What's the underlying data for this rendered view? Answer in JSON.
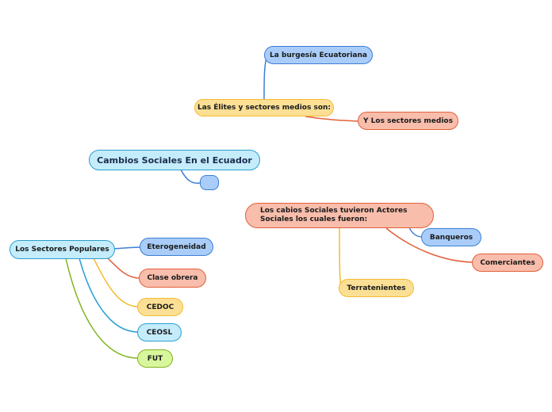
{
  "central": {
    "label": "Cambios Sociales En el  Ecuador"
  },
  "elites": {
    "label": "Las Élites y sectores medios son:",
    "children": [
      {
        "label": "La burgesía Ecuatoriana"
      },
      {
        "label": "Y Los sectores medios"
      }
    ]
  },
  "actores": {
    "label": "Los cabios Sociales tuvieron Actores Sociales los cuales fueron:",
    "children": [
      {
        "label": "Banqueros"
      },
      {
        "label": "Comerciantes"
      },
      {
        "label": "Terratenientes"
      }
    ]
  },
  "populares": {
    "label": "Los Sectores Populares",
    "children": [
      {
        "label": "Eterogeneidad"
      },
      {
        "label": "Clase obrera"
      },
      {
        "label": "CEDOC"
      },
      {
        "label": "CEOSL"
      },
      {
        "label": "FUT"
      }
    ]
  },
  "colors": {
    "blue": "#3c7fd6",
    "yellow": "#f3bb2e",
    "salmon": "#e2603b",
    "cyan": "#2a9fd0",
    "green": "#80b321"
  }
}
